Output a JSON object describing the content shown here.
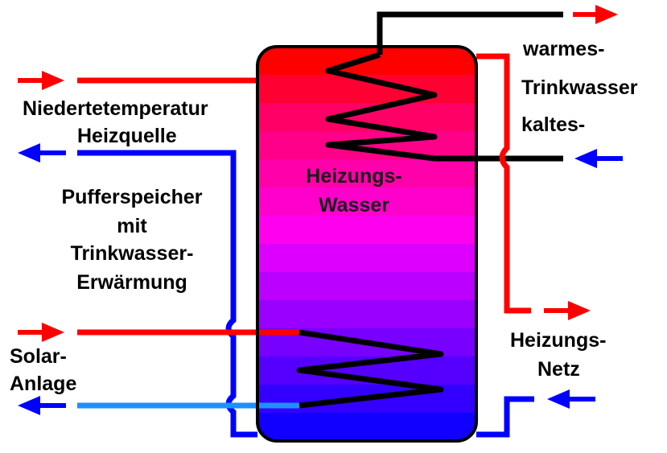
{
  "colors": {
    "hot": "#ff0000",
    "cold": "#0000ff",
    "light_blue": "#1e90ff",
    "coil": "#000000",
    "tank_bands": [
      "#ff0000",
      "#ff0033",
      "#ff0066",
      "#ff0088",
      "#ff00aa",
      "#ff00cc",
      "#ff00ee",
      "#dd00ff",
      "#bb00ff",
      "#9900ff",
      "#7700ff",
      "#5500ff",
      "#3300ff",
      "#1100ff"
    ]
  },
  "labels": {
    "low_temp_line1": "Niedertetemperatur",
    "low_temp_line2": "Heizquelle",
    "buffer_line1": "Pufferspeicher",
    "buffer_line2": "mit",
    "buffer_line3": "Trinkwasser-",
    "buffer_line4": "Erwärmung",
    "solar_line1": "Solar-",
    "solar_line2": "Anlage",
    "tank_line1": "Heizungs-",
    "tank_line2": "Wasser",
    "warm_line1": "warmes-",
    "warm_line2": "Trinkwasser",
    "cold_water": "kaltes-",
    "net_line1": "Heizungs-",
    "net_line2": "Netz"
  },
  "icons": {
    "arrow_in": "arrow-right-icon",
    "arrow_out": "arrow-left-icon"
  }
}
